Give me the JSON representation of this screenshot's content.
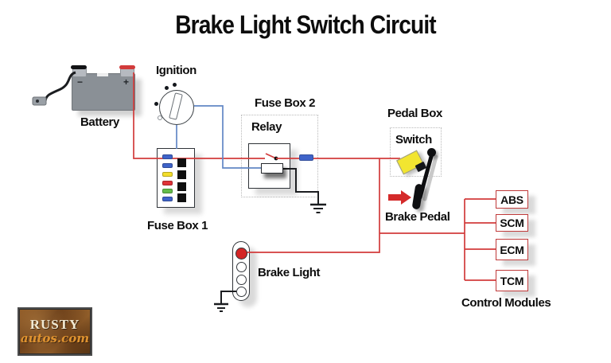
{
  "title": "Brake Light Switch Circuit",
  "colors": {
    "wire_red": "#d23b3b",
    "wire_blue": "#6287c5",
    "battery_gray": "#8a9096",
    "fuse_blue": "#3f63c9",
    "fuse_yellow": "#f2dd2b",
    "fuse_red": "#e03238",
    "fuse_green": "#64bc4a",
    "switch_yellow": "#f2e530",
    "lamp_red": "#d42525",
    "arrow_red": "#d42a2a",
    "module_border": "#c03a3a",
    "logo_cream": "#f2ead3",
    "logo_orange": "#e0932f"
  },
  "battery": {
    "label": "Battery",
    "minus": "−",
    "plus": "+"
  },
  "ignition": {
    "label": "Ignition"
  },
  "fusebox1": {
    "label": "Fuse Box 1",
    "fuse_colors": [
      "#3f63c9",
      "#3f63c9",
      "#f2dd2b",
      "#e03238",
      "#64bc4a",
      "#3f63c9"
    ]
  },
  "fusebox2": {
    "label": "Fuse Box 2"
  },
  "relay": {
    "label": "Relay"
  },
  "pedal": {
    "box_label": "Pedal Box",
    "switch_label": "Switch",
    "pedal_label": "Brake Pedal"
  },
  "brake_light": {
    "label": "Brake Light"
  },
  "modules": {
    "label": "Control Modules",
    "items": [
      "ABS",
      "SCM",
      "ECM",
      "TCM"
    ]
  },
  "logo": {
    "line1": "RUSTY",
    "line2": "autos.com"
  }
}
